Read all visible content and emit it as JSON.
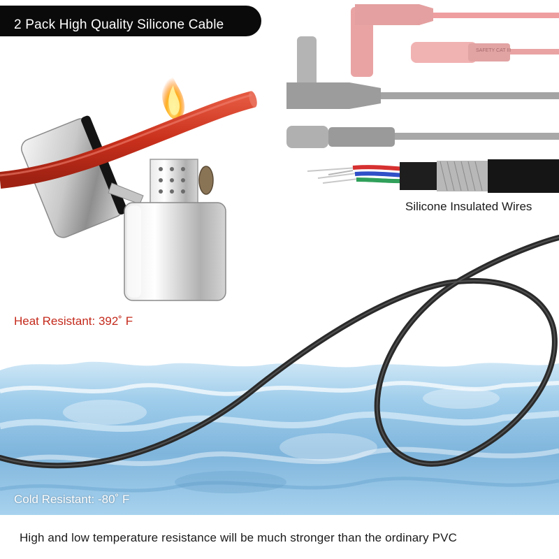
{
  "header": {
    "title": "2 Pack High Quality Silicone Cable"
  },
  "labels": {
    "wires": "Silicone Insulated Wires",
    "heat": "Heat Resistant: 392˚ F",
    "cold": "Cold Resistant: -80˚ F"
  },
  "footer": {
    "text": "High and low temperature resistance will be much stronger than the ordinary PVC"
  },
  "probe_tip_marking": "SAFETY CAT III",
  "colors": {
    "badge": "#0a0a0a",
    "heat_label": "#c42a1c",
    "cable_red": "#d23a24",
    "probe_pink": "#e9a3a3",
    "probe_gray": "#9c9c9c",
    "ice_blue": "#8fc4e6",
    "cable_black": "#2a2a2a"
  },
  "icons": [
    "lighter-icon",
    "flame-icon",
    "test-lead-icon",
    "stripped-wire-icon",
    "ice-icon",
    "cable-icon"
  ]
}
